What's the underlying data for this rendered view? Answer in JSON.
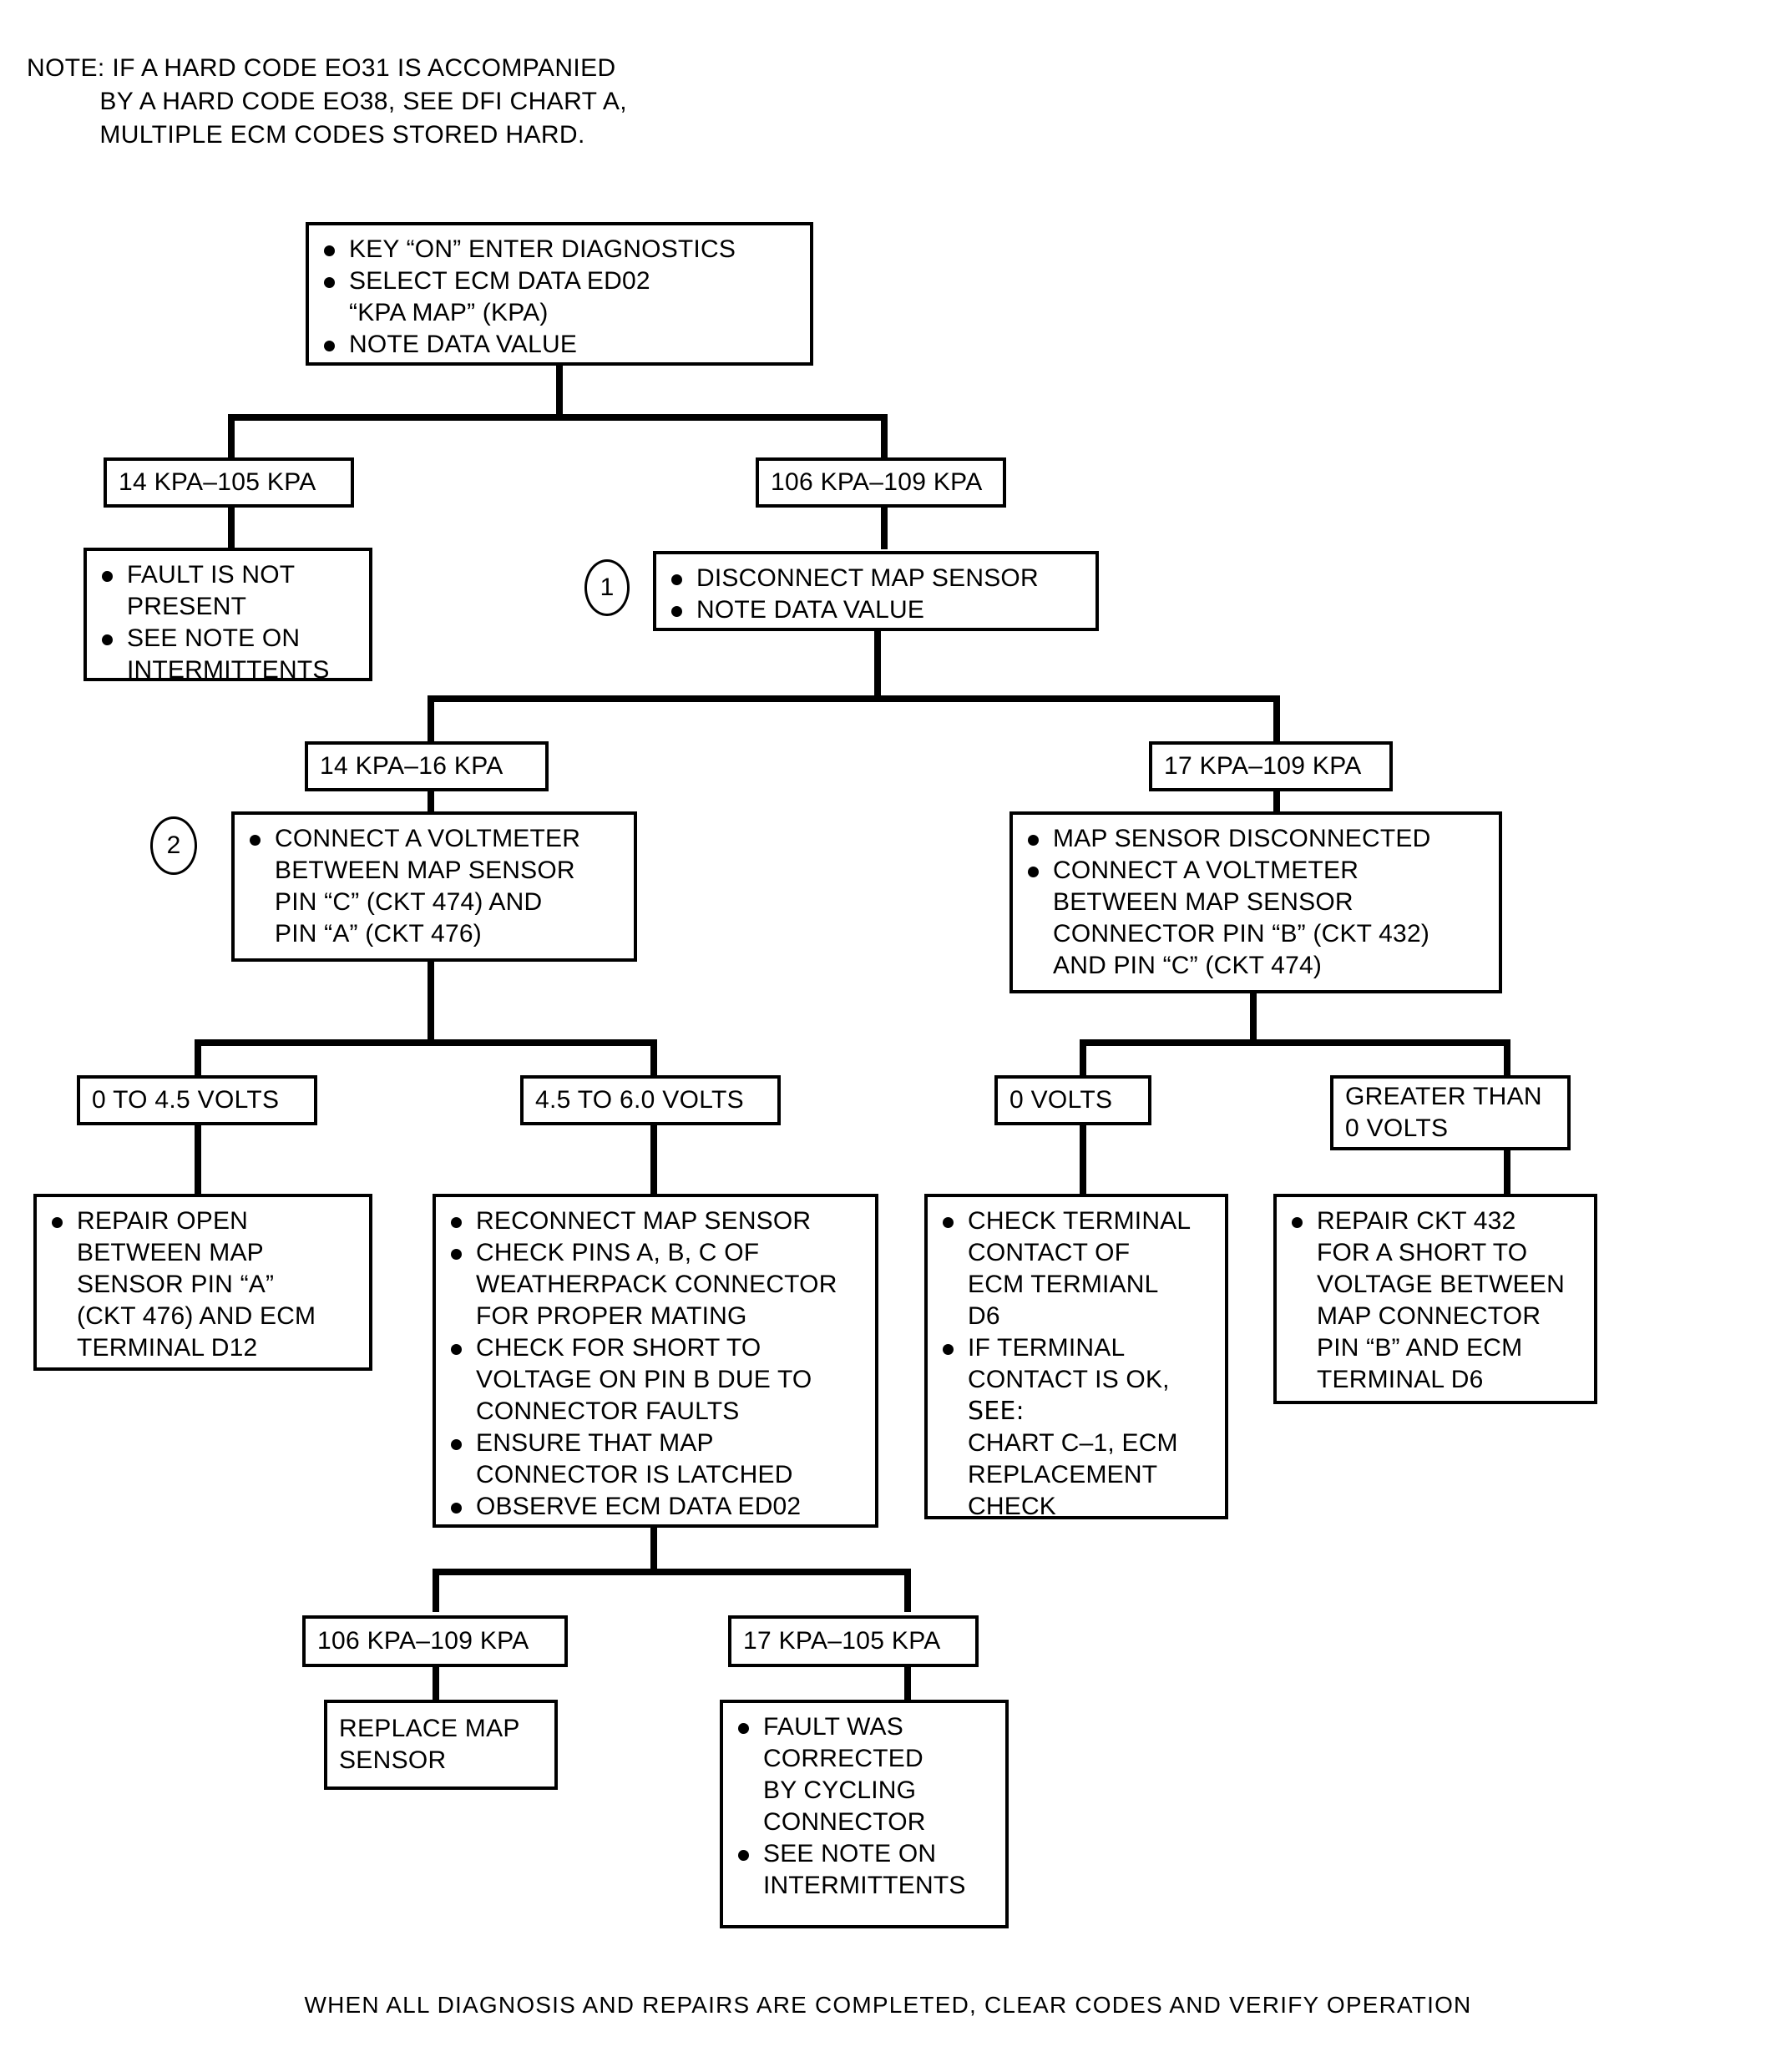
{
  "document": {
    "type": "diagnostic-flowchart",
    "note": "NOTE: IF A HARD CODE EO31 IS ACCOMPANIED\n          BY A HARD CODE EO38, SEE DFI CHART A,\n          MULTIPLE ECM CODES STORED HARD.",
    "footer": "WHEN ALL DIAGNOSIS AND REPAIRS ARE COMPLETED, CLEAR CODES AND VERIFY OPERATION"
  },
  "markers": {
    "one": "1",
    "two": "2"
  },
  "nodes": {
    "start": {
      "lines": [
        "KEY “ON” ENTER DIAGNOSTICS",
        "SELECT ECM DATA ED02",
        "“KPA MAP” (KPA)",
        "NOTE DATA VALUE"
      ]
    },
    "range_14_105": {
      "text": "14 KPA–105 KPA"
    },
    "range_106_109": {
      "text": "106 KPA–109 KPA"
    },
    "fault_not_present": {
      "lines": [
        "FAULT IS NOT\nPRESENT",
        "SEE NOTE ON\nINTERMITTENTS"
      ]
    },
    "disconnect_map": {
      "lines": [
        "DISCONNECT MAP SENSOR",
        "NOTE DATA VALUE"
      ]
    },
    "range_14_16": {
      "text": "14 KPA–16 KPA"
    },
    "range_17_109": {
      "text": "17 KPA–109 KPA"
    },
    "connect_voltmeter": {
      "lines": [
        "CONNECT A VOLTMETER\nBETWEEN MAP SENSOR\nPIN “C” (CKT 474) AND\nPIN “A” (CKT 476)"
      ]
    },
    "map_disconnected": {
      "lines": [
        "MAP SENSOR DISCONNECTED",
        "CONNECT A VOLTMETER\nBETWEEN MAP SENSOR\nCONNECTOR PIN “B” (CKT 432)\nAND PIN “C” (CKT 474)"
      ]
    },
    "volts_0_45": {
      "text": "0 TO 4.5 VOLTS"
    },
    "volts_45_60": {
      "text": "4.5 TO 6.0 VOLTS"
    },
    "volts_0": {
      "text": "0 VOLTS"
    },
    "volts_greater": {
      "text": "GREATER THAN\n0 VOLTS"
    },
    "repair_open": {
      "lines": [
        "REPAIR OPEN\nBETWEEN MAP\nSENSOR PIN “A”\n(CKT 476) AND ECM\nTERMINAL D12"
      ]
    },
    "reconnect_map": {
      "lines": [
        "RECONNECT MAP SENSOR",
        "CHECK PINS A, B, C OF\nWEATHERPACK CONNECTOR\nFOR PROPER MATING",
        "CHECK FOR SHORT TO\nVOLTAGE ON PIN B DUE TO\nCONNECTOR FAULTS",
        "ENSURE THAT MAP\nCONNECTOR IS LATCHED",
        "OBSERVE ECM DATA ED02"
      ]
    },
    "check_terminal": {
      "line1": "CHECK TERMINAL\nCONTACT OF\nECM TERMIANL\nD6",
      "line2": "IF TERMINAL\nCONTACT IS OK,",
      "see": "SEE:",
      "line3": "CHART C–1, ECM\nREPLACEMENT\nCHECK"
    },
    "repair_ckt432": {
      "lines": [
        "REPAIR CKT 432\nFOR A SHORT TO\nVOLTAGE BETWEEN\nMAP CONNECTOR\nPIN “B” AND ECM\nTERMINAL D6"
      ]
    },
    "range_106_109_b": {
      "text": "106 KPA–109 KPA"
    },
    "range_17_105": {
      "text": "17 KPA–105 KPA"
    },
    "replace_map": {
      "text": "REPLACE MAP\nSENSOR"
    },
    "fault_corrected": {
      "lines": [
        "FAULT WAS\nCORRECTED\nBY CYCLING\nCONNECTOR",
        "SEE NOTE ON\nINTERMITTENTS"
      ]
    }
  }
}
